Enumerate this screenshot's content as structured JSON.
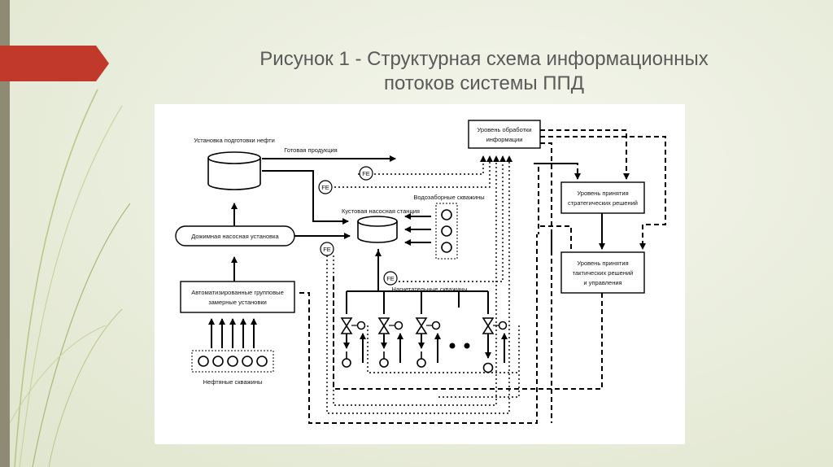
{
  "title": {
    "line1": "Рисунок 1 - Структурная схема информационных",
    "line2": "потоков системы ППД"
  },
  "diagram": {
    "sensor_label": "FE",
    "labels": {
      "oil_treatment": "Установка подготовки нефти",
      "finished_product": "Готовая продукция",
      "booster_pump": "Дожимная насосная установка",
      "group_metering_1": "Автоматизированные групповые",
      "group_metering_2": "замерные установки",
      "oil_wells": "Нефтяные скважины",
      "cluster_pump": "Кустовая насосная станция",
      "water_intake": "Водозаборные скважины",
      "injection_wells": "Нагнетательные скважины",
      "processing_1": "Уровень обработки",
      "processing_2": "информации",
      "strategic_1": "Уровень принятия",
      "strategic_2": "стратегических решений",
      "tactical_1": "Уровень принятия",
      "tactical_2": "тактических решений",
      "tactical_3": "и управления"
    }
  }
}
